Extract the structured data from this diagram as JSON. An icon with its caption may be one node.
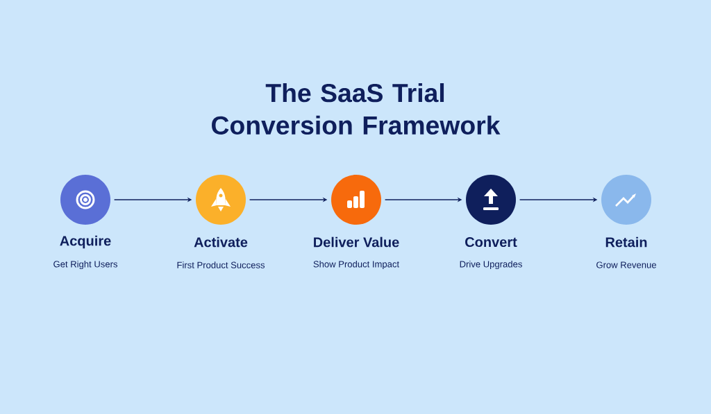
{
  "diagram": {
    "title": "The SaaS Trial Conversion Framework",
    "nodes": [
      {
        "text": [
          "Acquire",
          "Get Right Users"
        ]
      },
      {
        "text": [
          "Activate",
          "First Product Success"
        ]
      },
      {
        "text": [
          "Deliver Value",
          "Show Product Impact"
        ]
      },
      {
        "text": [
          "Convert",
          "Drive Upgrades"
        ]
      },
      {
        "text": [
          "Retain",
          "Grow Revenue"
        ]
      }
    ],
    "edges": [
      {
        "from": 0,
        "to": 1,
        "arrow": "to"
      },
      {
        "from": 1,
        "to": 2,
        "arrow": "to"
      },
      {
        "from": 2,
        "to": 3,
        "arrow": "to"
      },
      {
        "from": 3,
        "to": 4,
        "arrow": "to"
      }
    ]
  }
}
